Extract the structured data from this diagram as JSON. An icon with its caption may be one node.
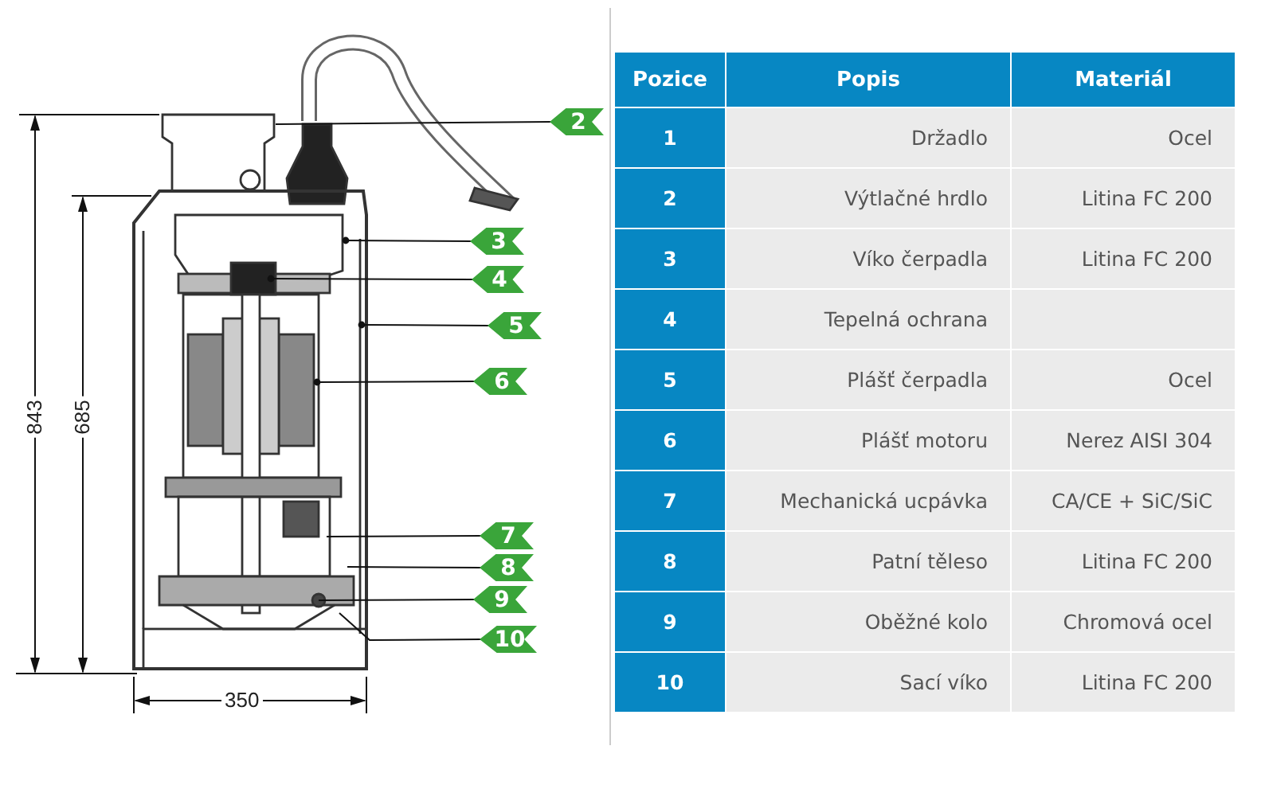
{
  "diagram": {
    "nodes": [
      {
        "text": [
          "2"
        ]
      },
      {
        "text": [
          "3"
        ]
      },
      {
        "text": [
          "4"
        ]
      },
      {
        "text": [
          "5"
        ]
      },
      {
        "text": [
          "6"
        ]
      },
      {
        "text": [
          "7"
        ]
      },
      {
        "text": [
          "8"
        ]
      },
      {
        "text": [
          "9"
        ]
      },
      {
        "text": [
          "10"
        ]
      }
    ],
    "edges": [
      {
        "from": 0,
        "to": null,
        "arrow": "none"
      },
      {
        "from": 1,
        "to": null,
        "arrow": "other"
      },
      {
        "from": 2,
        "to": null,
        "arrow": "other"
      },
      {
        "from": 3,
        "to": null,
        "arrow": "other"
      },
      {
        "from": 4,
        "to": null,
        "arrow": "other"
      },
      {
        "from": 5,
        "to": null,
        "arrow": "none"
      },
      {
        "from": 6,
        "to": null,
        "arrow": "none"
      },
      {
        "from": 7,
        "to": null,
        "arrow": "none"
      },
      {
        "from": 8,
        "to": null,
        "arrow": "none"
      }
    ],
    "labels": [
      "843",
      "685",
      "350",
      "Pozice",
      "Popis",
      "Materiál",
      "1",
      "Držadlo",
      "Ocel",
      "2",
      "Výtlačné hrdlo",
      "Litina FC 200",
      "3",
      "Víko čerpadla",
      "Litina FC 200",
      "4",
      "Tepelná ochrana",
      "5",
      "Plášť čerpadla",
      "Ocel",
      "6",
      "Plášť motoru",
      "Nerez AISI 304",
      "7",
      "Mechanická ucpávka",
      "CA/CE + SiC/SiC",
      "8",
      "Patní těleso",
      "Litina FC 200",
      "9",
      "Oběžné kolo",
      "Chromová ocel",
      "10",
      "Sací víko",
      "Litina FC 200"
    ]
  }
}
